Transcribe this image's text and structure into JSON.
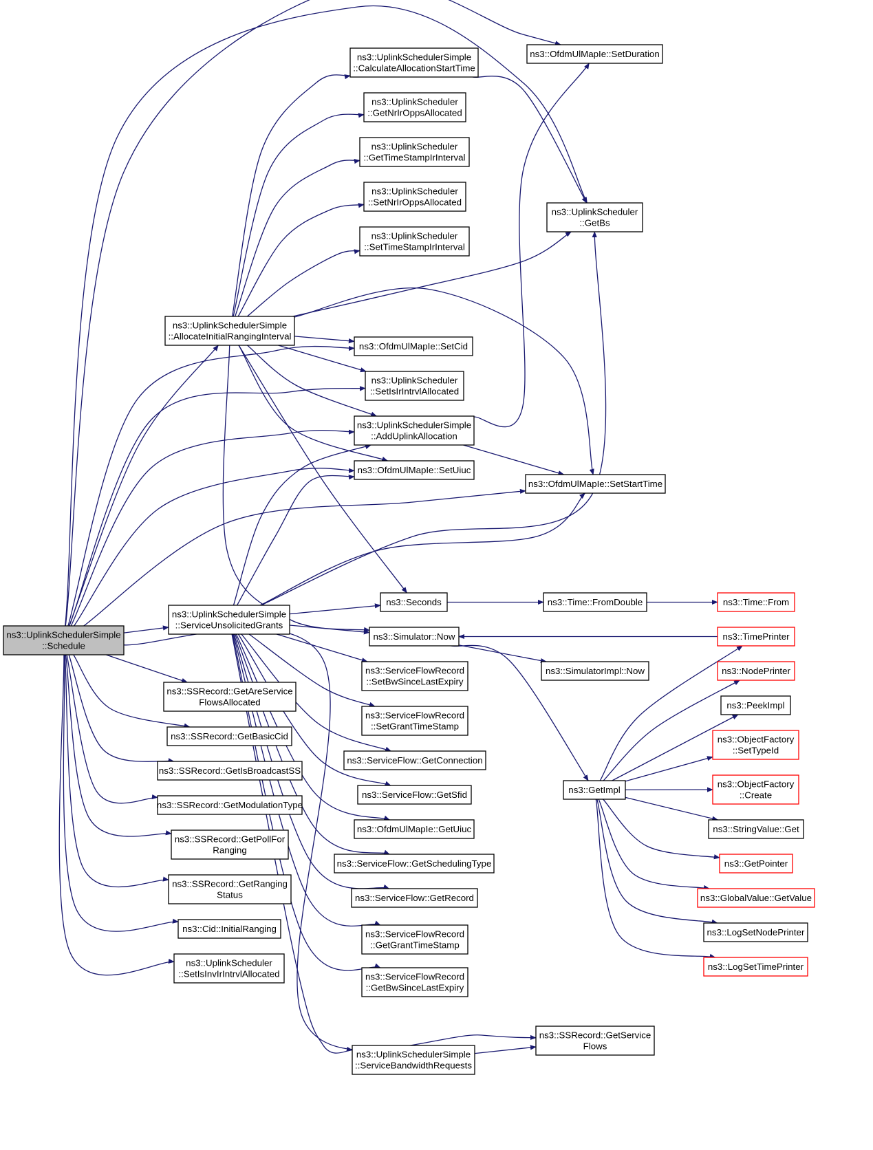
{
  "colors": {
    "edge": "#191970",
    "root_fill": "#bfbfbf",
    "border": "#000000",
    "truncated_border": "#ff0000"
  },
  "nodes": {
    "schedule": {
      "lines": [
        "ns3::UplinkSchedulerSimple",
        "::Schedule"
      ]
    },
    "allocate_initial_ranging": {
      "lines": [
        "ns3::UplinkSchedulerSimple",
        "::AllocateInitialRangingInterval"
      ]
    },
    "service_unsolicited_grants": {
      "lines": [
        "ns3::UplinkSchedulerSimple",
        "::ServiceUnsolicitedGrants"
      ]
    },
    "calculate_allocation_start_time": {
      "lines": [
        "ns3::UplinkSchedulerSimple",
        "::CalculateAllocationStartTime"
      ]
    },
    "get_nr_ir_opps_allocated": {
      "lines": [
        "ns3::UplinkScheduler",
        "::GetNrIrOppsAllocated"
      ]
    },
    "get_time_stamp_ir_interval": {
      "lines": [
        "ns3::UplinkScheduler",
        "::GetTimeStampIrInterval"
      ]
    },
    "set_nr_ir_opps_allocated": {
      "lines": [
        "ns3::UplinkScheduler",
        "::SetNrIrOppsAllocated"
      ]
    },
    "set_time_stamp_ir_interval": {
      "lines": [
        "ns3::UplinkScheduler",
        "::SetTimeStampIrInterval"
      ]
    },
    "set_cid": {
      "lines": [
        "ns3::OfdmUlMapIe::SetCid"
      ]
    },
    "set_is_ir_intrvl_allocated": {
      "lines": [
        "ns3::UplinkScheduler",
        "::SetIsIrIntrvlAllocated"
      ]
    },
    "add_uplink_allocation": {
      "lines": [
        "ns3::UplinkSchedulerSimple",
        "::AddUplinkAllocation"
      ]
    },
    "set_uiuc": {
      "lines": [
        "ns3::OfdmUlMapIe::SetUiuc"
      ]
    },
    "set_duration": {
      "lines": [
        "ns3::OfdmUlMapIe::SetDuration"
      ]
    },
    "get_bs": {
      "lines": [
        "ns3::UplinkScheduler",
        "::GetBs"
      ]
    },
    "set_start_time": {
      "lines": [
        "ns3::OfdmUlMapIe::SetStartTime"
      ]
    },
    "seconds": {
      "lines": [
        "ns3::Seconds"
      ]
    },
    "simulator_now": {
      "lines": [
        "ns3::Simulator::Now"
      ]
    },
    "time_from_double": {
      "lines": [
        "ns3::Time::FromDouble"
      ]
    },
    "time_from": {
      "lines": [
        "ns3::Time::From"
      ]
    },
    "time_printer": {
      "lines": [
        "ns3::TimePrinter"
      ]
    },
    "simulator_impl_now": {
      "lines": [
        "ns3::SimulatorImpl::Now"
      ]
    },
    "node_printer": {
      "lines": [
        "ns3::NodePrinter"
      ]
    },
    "peek_impl": {
      "lines": [
        "ns3::PeekImpl"
      ]
    },
    "object_factory_set_type_id": {
      "lines": [
        "ns3::ObjectFactory",
        "::SetTypeId"
      ]
    },
    "get_impl": {
      "lines": [
        "ns3::GetImpl"
      ]
    },
    "object_factory_create": {
      "lines": [
        "ns3::ObjectFactory",
        "::Create"
      ]
    },
    "string_value_get": {
      "lines": [
        "ns3::StringValue::Get"
      ]
    },
    "get_pointer": {
      "lines": [
        "ns3::GetPointer"
      ]
    },
    "global_value_get_value": {
      "lines": [
        "ns3::GlobalValue::GetValue"
      ]
    },
    "log_set_node_printer": {
      "lines": [
        "ns3::LogSetNodePrinter"
      ]
    },
    "log_set_time_printer": {
      "lines": [
        "ns3::LogSetTimePrinter"
      ]
    },
    "sf_record_set_bw_since_last_expiry": {
      "lines": [
        "ns3::ServiceFlowRecord",
        "::SetBwSinceLastExpiry"
      ]
    },
    "sf_record_set_grant_time_stamp": {
      "lines": [
        "ns3::ServiceFlowRecord",
        "::SetGrantTimeStamp"
      ]
    },
    "sf_get_connection": {
      "lines": [
        "ns3::ServiceFlow::GetConnection"
      ]
    },
    "sf_get_sfid": {
      "lines": [
        "ns3::ServiceFlow::GetSfid"
      ]
    },
    "get_uiuc": {
      "lines": [
        "ns3::OfdmUlMapIe::GetUiuc"
      ]
    },
    "sf_get_scheduling_type": {
      "lines": [
        "ns3::ServiceFlow::GetSchedulingType"
      ]
    },
    "sf_get_record": {
      "lines": [
        "ns3::ServiceFlow::GetRecord"
      ]
    },
    "sf_record_get_grant_time_stamp": {
      "lines": [
        "ns3::ServiceFlowRecord",
        "::GetGrantTimeStamp"
      ]
    },
    "sf_record_get_bw_since_last_expiry": {
      "lines": [
        "ns3::ServiceFlowRecord",
        "::GetBwSinceLastExpiry"
      ]
    },
    "ss_get_service_flows": {
      "lines": [
        "ns3::SSRecord::GetService",
        "Flows"
      ]
    },
    "service_bandwidth_requests": {
      "lines": [
        "ns3::UplinkSchedulerSimple",
        "::ServiceBandwidthRequests"
      ]
    },
    "ss_get_are_service_flows_allocated": {
      "lines": [
        "ns3::SSRecord::GetAreService",
        "FlowsAllocated"
      ]
    },
    "ss_get_basic_cid": {
      "lines": [
        "ns3::SSRecord::GetBasicCid"
      ]
    },
    "ss_get_is_broadcast_ss": {
      "lines": [
        "ns3::SSRecord::GetIsBroadcastSS"
      ]
    },
    "ss_get_modulation_type": {
      "lines": [
        "ns3::SSRecord::GetModulationType"
      ]
    },
    "ss_get_poll_for_ranging": {
      "lines": [
        "ns3::SSRecord::GetPollFor",
        "Ranging"
      ]
    },
    "ss_get_ranging_status": {
      "lines": [
        "ns3::SSRecord::GetRanging",
        "Status"
      ]
    },
    "cid_initial_ranging": {
      "lines": [
        "ns3::Cid::InitialRanging"
      ]
    },
    "set_is_inv_ir_intrvl_allocated": {
      "lines": [
        "ns3::UplinkScheduler",
        "::SetIsInvIrIntrvlAllocated"
      ]
    }
  }
}
